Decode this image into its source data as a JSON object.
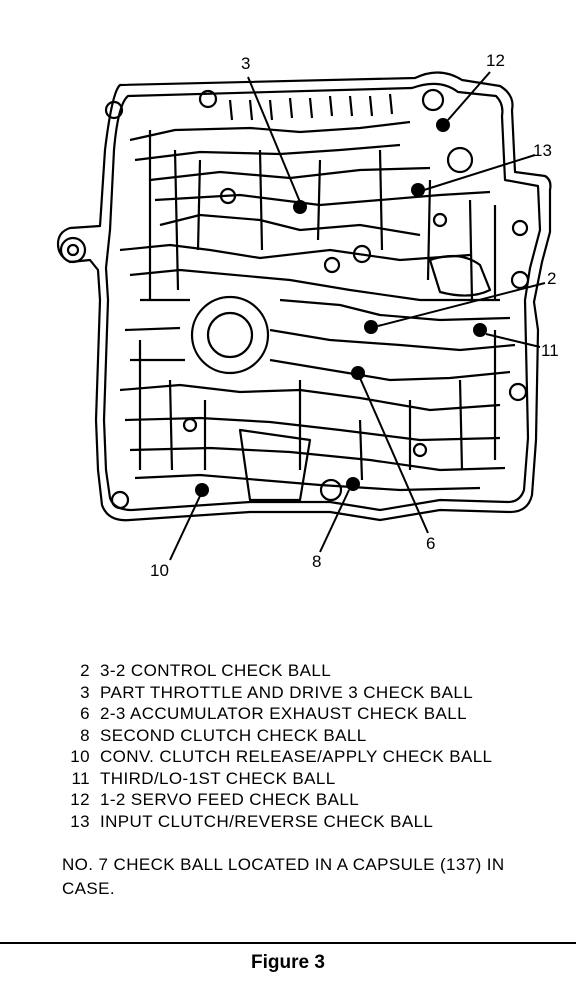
{
  "callouts": [
    {
      "num": "3"
    },
    {
      "num": "12"
    },
    {
      "num": "13"
    },
    {
      "num": "2"
    },
    {
      "num": "11"
    },
    {
      "num": "6"
    },
    {
      "num": "8"
    },
    {
      "num": "10"
    }
  ],
  "legend": [
    {
      "num": "2",
      "text": "3-2 CONTROL CHECK BALL"
    },
    {
      "num": "3",
      "text": "PART THROTTLE AND DRIVE 3 CHECK BALL"
    },
    {
      "num": "6",
      "text": "2-3 ACCUMULATOR EXHAUST CHECK BALL"
    },
    {
      "num": "8",
      "text": "SECOND CLUTCH CHECK BALL"
    },
    {
      "num": "10",
      "text": "CONV. CLUTCH RELEASE/APPLY CHECK BALL"
    },
    {
      "num": "11",
      "text": "THIRD/LO-1ST CHECK BALL"
    },
    {
      "num": "12",
      "text": "1-2 SERVO FEED CHECK BALL"
    },
    {
      "num": "13",
      "text": "INPUT CLUTCH/REVERSE CHECK BALL"
    }
  ],
  "note": "NO. 7 CHECK BALL LOCATED IN A CAPSULE (137) IN CASE.",
  "caption": "Figure 3"
}
